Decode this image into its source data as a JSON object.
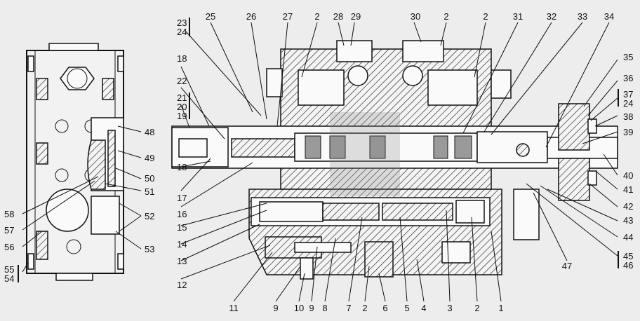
{
  "callouts": {
    "n1": "1",
    "n2": "2",
    "n3": "3",
    "n4": "4",
    "n5": "5",
    "n6": "6",
    "n7": "7",
    "n8": "8",
    "n9": "9",
    "n10": "10",
    "n11": "11",
    "n12": "12",
    "n13": "13",
    "n14": "14",
    "n15": "15",
    "n16": "16",
    "n17": "17",
    "n18": "18",
    "n19": "19",
    "n20": "20",
    "n21": "21",
    "n22": "22",
    "n23": "23",
    "n24": "24",
    "n25": "25",
    "n26": "26",
    "n27": "27",
    "n28": "28",
    "n29": "29",
    "n30": "30",
    "n31": "31",
    "n32": "32",
    "n33": "33",
    "n34": "34",
    "n35": "35",
    "n36": "36",
    "n37": "37",
    "n38": "38",
    "n39": "39",
    "n40": "40",
    "n41": "41",
    "n42": "42",
    "n43": "43",
    "n44": "44",
    "n45": "45",
    "n46": "46",
    "n47": "47",
    "n48": "48",
    "n49": "49",
    "n50": "50",
    "n51": "51",
    "n52": "52",
    "n53": "53",
    "n54": "54",
    "n55": "55",
    "n56": "56",
    "n57": "57",
    "n58": "58"
  }
}
